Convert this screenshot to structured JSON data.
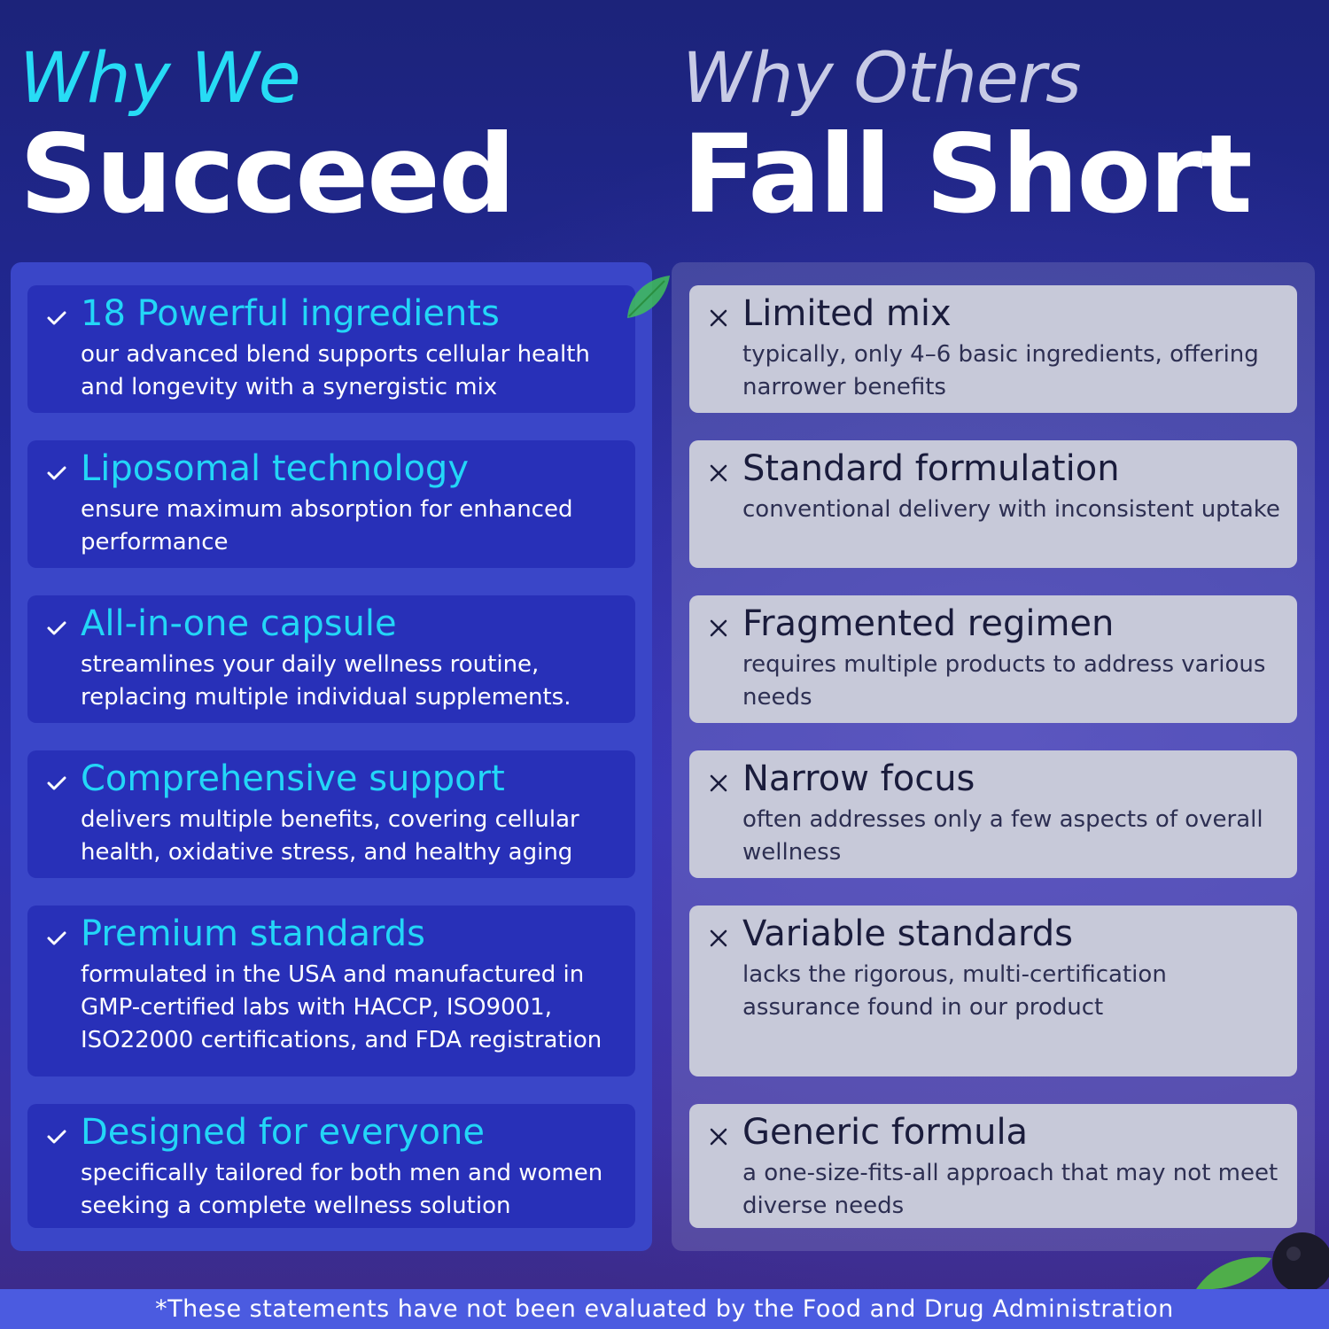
{
  "left": {
    "script_heading": "Why We",
    "big_heading": "Succeed",
    "items": [
      {
        "title": "18 Powerful ingredients",
        "desc": "our advanced blend supports cellular health and longevity with a synergistic mix"
      },
      {
        "title": "Liposomal technology",
        "desc": "ensure maximum absorption for enhanced performance"
      },
      {
        "title": "All-in-one capsule",
        "desc": "streamlines your daily wellness routine, replacing multiple individual supplements."
      },
      {
        "title": "Comprehensive support",
        "desc": "delivers multiple benefits, covering cellular health, oxidative stress, and healthy aging"
      },
      {
        "title": "Premium standards",
        "desc": "formulated in the USA and manufactured in GMP-certified labs with HACCP, ISO9001, ISO22000 certifications, and FDA registration"
      },
      {
        "title": "Designed for everyone",
        "desc": "specifically tailored for both men and women seeking a complete wellness solution"
      }
    ]
  },
  "right": {
    "script_heading": "Why Others",
    "big_heading": "Fall Short",
    "items": [
      {
        "title": "Limited mix",
        "desc": "typically, only 4–6 basic ingredients, offering narrower benefits"
      },
      {
        "title": "Standard formulation",
        "desc": "conventional delivery with inconsistent uptake"
      },
      {
        "title": "Fragmented regimen",
        "desc": "requires multiple products to address various needs"
      },
      {
        "title": "Narrow focus",
        "desc": "often addresses only a few aspects of overall wellness"
      },
      {
        "title": "Variable standards",
        "desc": "lacks the rigorous, multi-certification assurance found in our product"
      },
      {
        "title": "Generic formula",
        "desc": "a one-size-fits-all approach that may not meet diverse needs"
      }
    ]
  },
  "footer": {
    "disclaimer": "*These statements have not been evaluated by the Food and Drug Administration"
  },
  "colors": {
    "accent_cyan": "#23d6f7",
    "left_panel": "#3a46c8",
    "left_card": "#2830b8",
    "right_card": "#c7c9d9",
    "footer_bar": "#4b5be0"
  },
  "icons": {
    "left_item": "checkmark-icon",
    "right_item": "cross-icon"
  }
}
